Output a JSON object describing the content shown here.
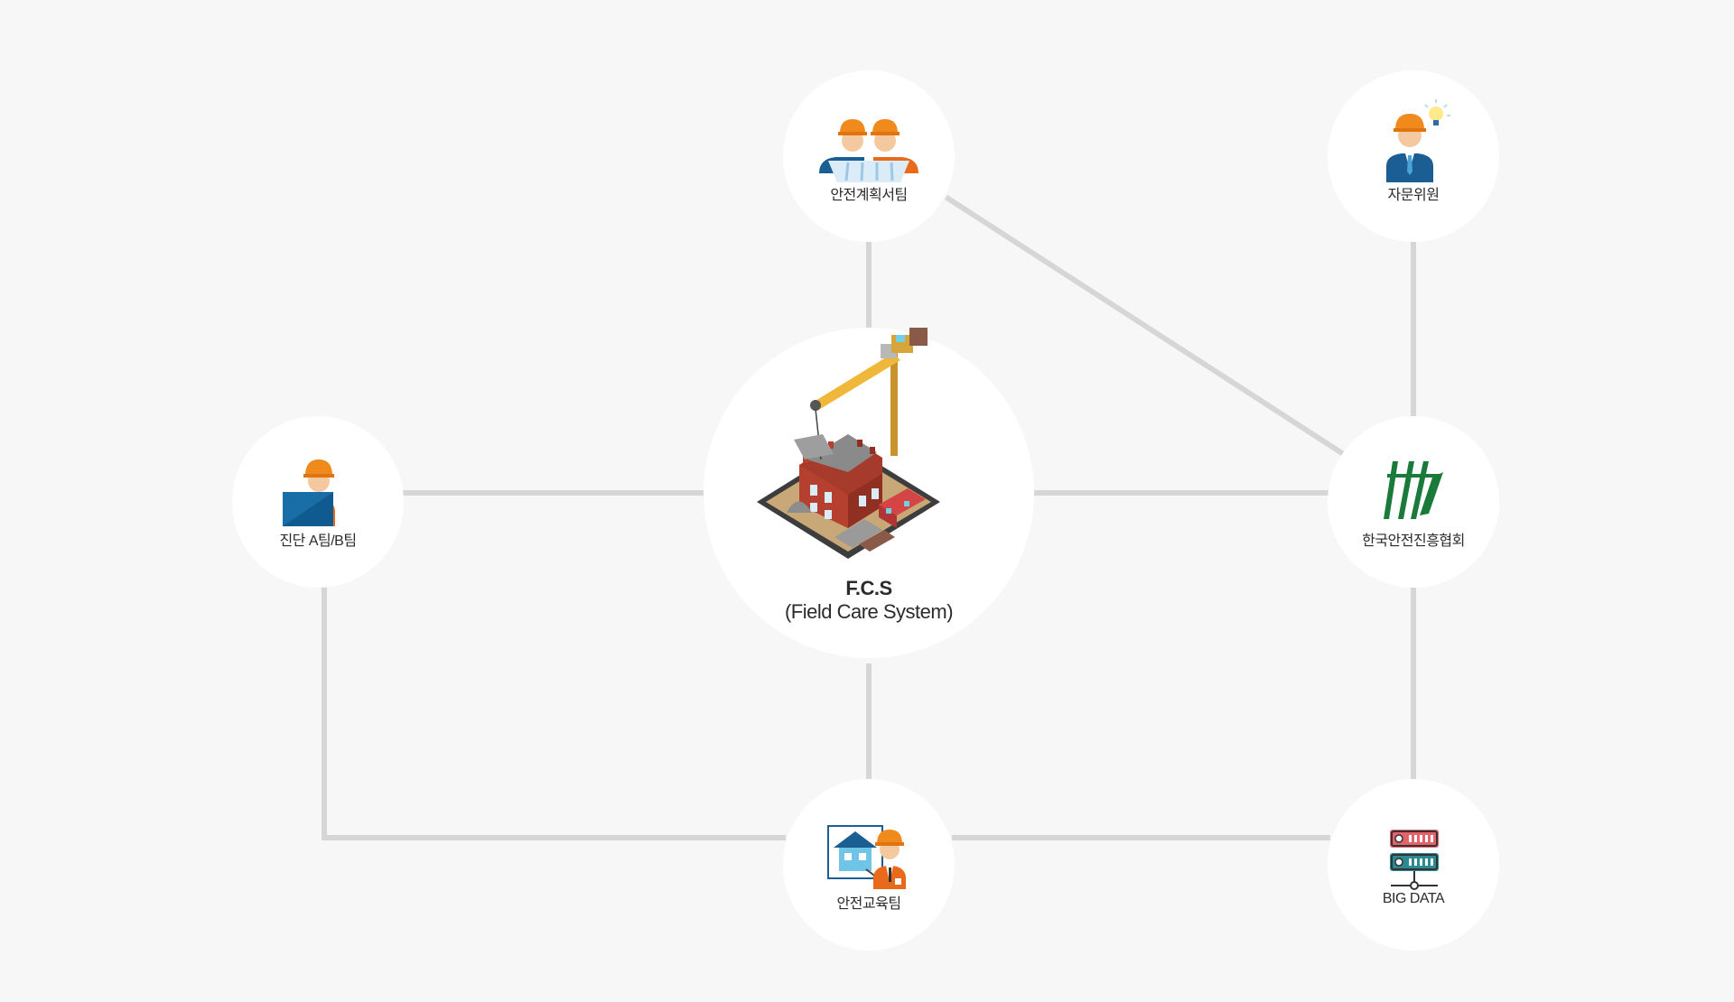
{
  "diagram": {
    "center": {
      "title": "F.C.S",
      "subtitle": "(Field Care System)",
      "icon": "construction-site-icon"
    },
    "nodes": {
      "planning": {
        "label": "안전계획서팀",
        "icon": "engineers-blueprint-icon"
      },
      "advisory": {
        "label": "자문위원",
        "icon": "advisor-idea-icon"
      },
      "diagnosis": {
        "label": "진단 A팀/B팀",
        "icon": "worker-laptop-icon"
      },
      "association": {
        "label": "한국안전진흥협회",
        "icon": "association-logo-icon"
      },
      "education": {
        "label": "안전교육팀",
        "icon": "safety-instructor-icon"
      },
      "bigdata": {
        "label": "BIG DATA",
        "icon": "server-database-icon"
      }
    }
  },
  "colors": {
    "background": "#f7f7f7",
    "node_fill": "#ffffff",
    "connector": "#d6d6d6",
    "helmet": "#f08a1c",
    "suit_blue": "#1a5e93",
    "brick": "#b5402f",
    "crane": "#f0b83a",
    "logo_green": "#1a7a3a",
    "server_red": "#e2636a",
    "server_teal": "#2b8a92"
  }
}
